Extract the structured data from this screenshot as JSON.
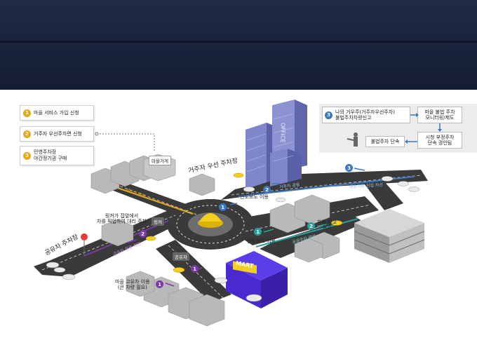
{
  "legend": [
    {
      "num": "1",
      "text": "마을 서비스 가입 신청"
    },
    {
      "num": "2",
      "text": "거주자 우선주차면 신청"
    },
    {
      "num": "3",
      "text_line1": "민영주차장",
      "text_line2": "야간정기권 구매"
    }
  ],
  "flow": {
    "step_num": "3",
    "report_line1": "나의 거우주(거주자우선주차)",
    "report_line2": "불법주차차량신고",
    "monitor_line1": "마을 불법 주차",
    "monitor_line2": "모니터링/제도",
    "officer_line1": "시청 부정주차",
    "officer_line2": "단속 경인팀",
    "enforce": "불법주차 단속"
  },
  "labels": {
    "resident_parking": "거주자 우선 주차장",
    "shared_parking": "공유차 주차장",
    "shop_sign": "마을가게",
    "mart": "MART",
    "office": "OFFICE",
    "sidewalk_use": "인도보도 이용",
    "sidewalk_use2": "인도보도 이용",
    "picker_note_line1": "링커가 집앞에서",
    "picker_note_line2": "차를 픽업하여 대리 주차",
    "linker": "링커",
    "carshare": "공유차",
    "village_carshare_line1": "마을 고유차 이용",
    "village_carshare_line2": "(큰 차량 필요)",
    "ride_line1": "차를 타고",
    "ride_line2": "귀가"
  },
  "road_labels": {
    "service_lane": "서비스 레인",
    "carshare_lane": "공유차 전용 레인",
    "resident_lane": "거주자 공용",
    "delivery_lane": "배송차량 진입 차선",
    "public_lane": "공공주차 레인"
  },
  "markers": {
    "b1": "1",
    "b2": "2",
    "b3": "3",
    "t1": "1",
    "t2": "2",
    "p1": "1",
    "p2": "1",
    "p3": "2"
  }
}
